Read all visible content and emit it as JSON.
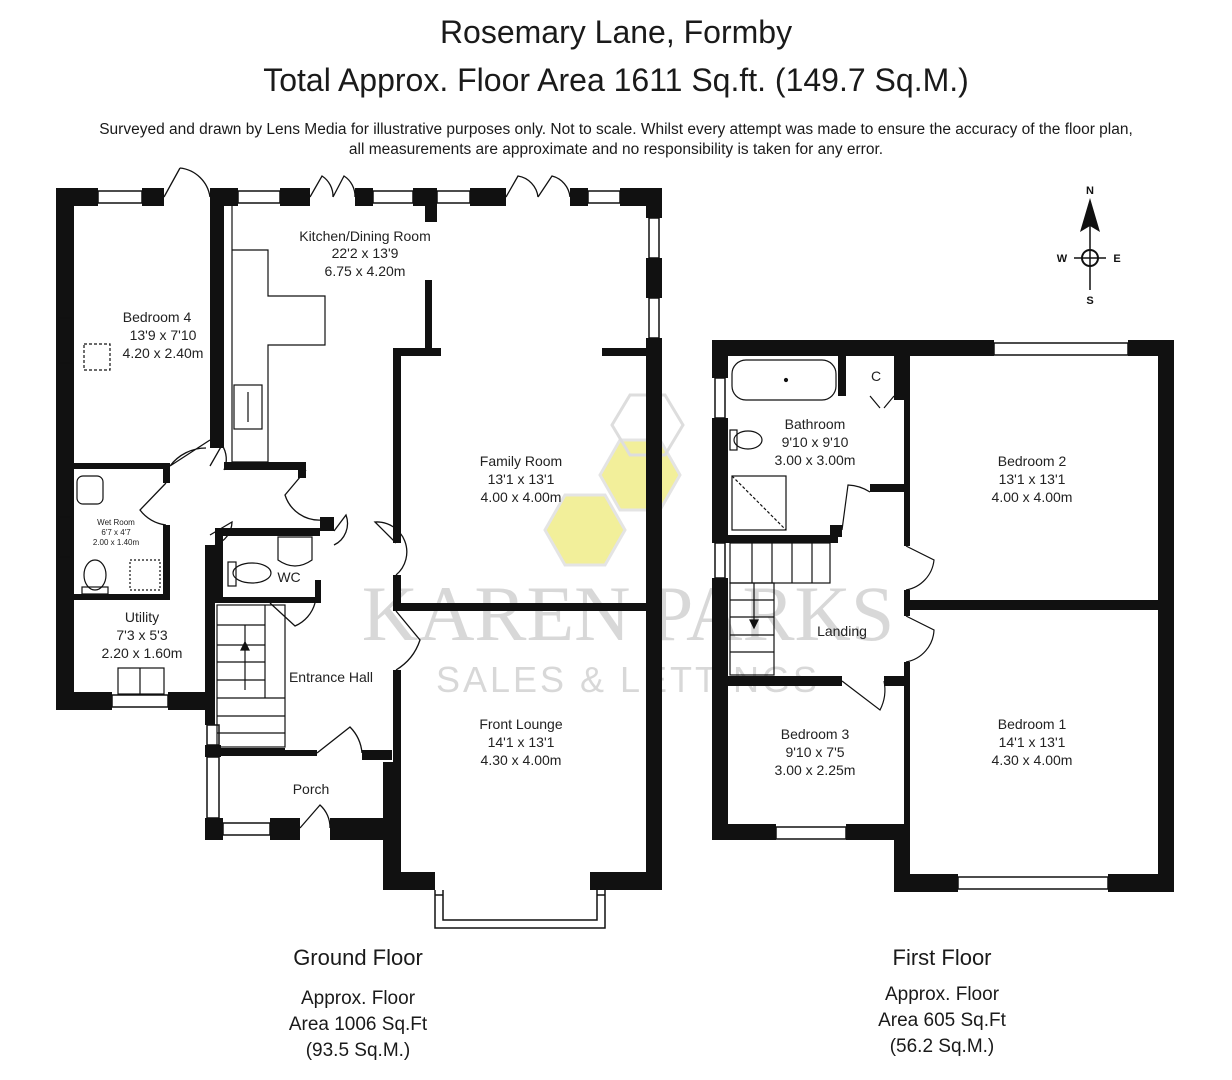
{
  "header": {
    "title": "Rosemary Lane, Formby",
    "total_area": "Total Approx. Floor Area 1611 Sq.ft. (149.7 Sq.M.)",
    "disclaimer_line1": "Surveyed and drawn by Lens Media for illustrative purposes only. Not to scale. Whilst every attempt was made to ensure the accuracy of the floor plan,",
    "disclaimer_line2": "all measurements are approximate and no responsibility is taken for any error."
  },
  "compass": {
    "n": "N",
    "s": "S",
    "e": "E",
    "w": "W"
  },
  "watermark": {
    "line1": "KAREN PARKS",
    "line2": "SALES & LETTINGS"
  },
  "ground_floor": {
    "title": "Ground Floor",
    "area_line1": "Approx. Floor",
    "area_line2": "Area 1006 Sq.Ft",
    "area_line3": "(93.5 Sq.M.)",
    "rooms": {
      "kitchen": {
        "name": "Kitchen/Dining Room",
        "imperial": "22'2 x 13'9",
        "metric": "6.75 x 4.20m"
      },
      "bedroom4": {
        "name": "Bedroom 4",
        "imperial": "13'9 x 7'10",
        "metric": "4.20 x 2.40m"
      },
      "family": {
        "name": "Family Room",
        "imperial": "13'1 x 13'1",
        "metric": "4.00 x 4.00m"
      },
      "wetroom": {
        "name": "Wet Room",
        "imperial": "6'7 x 4'7",
        "metric": "2.00 x 1.40m"
      },
      "wc": {
        "name": "WC"
      },
      "utility": {
        "name": "Utility",
        "imperial": "7'3 x 5'3",
        "metric": "2.20 x 1.60m"
      },
      "hall": {
        "name": "Entrance Hall"
      },
      "lounge": {
        "name": "Front Lounge",
        "imperial": "14'1 x 13'1",
        "metric": "4.30 x 4.00m"
      },
      "porch": {
        "name": "Porch"
      }
    }
  },
  "first_floor": {
    "title": "First Floor",
    "area_line1": "Approx. Floor",
    "area_line2": "Area 605 Sq.Ft",
    "area_line3": "(56.2 Sq.M.)",
    "rooms": {
      "bathroom": {
        "name": "Bathroom",
        "imperial": "9'10 x 9'10",
        "metric": "3.00 x 3.00m"
      },
      "cupboard": {
        "name": "C"
      },
      "bedroom2": {
        "name": "Bedroom 2",
        "imperial": "13'1 x 13'1",
        "metric": "4.00 x 4.00m"
      },
      "landing": {
        "name": "Landing"
      },
      "bedroom3": {
        "name": "Bedroom 3",
        "imperial": "9'10 x 7'5",
        "metric": "3.00 x 2.25m"
      },
      "bedroom1": {
        "name": "Bedroom 1",
        "imperial": "14'1 x 13'1",
        "metric": "4.30 x 4.00m"
      }
    }
  },
  "colors": {
    "wall": "#111111",
    "watermark_hex": "#f2ef9a",
    "watermark_outline": "#d8d8d8",
    "watermark_text": "#cfcfcf"
  }
}
